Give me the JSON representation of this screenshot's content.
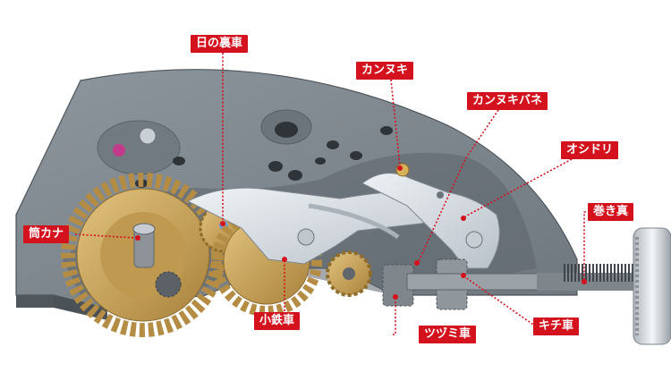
{
  "labels": {
    "hinoura": "日の裏車",
    "kannuki": "カンヌキ",
    "kannuki_bane": "カンヌキバネ",
    "oshidori": "オシドリ",
    "makishin": "巻き真",
    "tsutsukana": "筒カナ",
    "kotetsu": "小鉄車",
    "tsuzumi": "ツヅミ車",
    "kichi": "キチ車"
  },
  "colors": {
    "accent": "#d4121e",
    "plate": "#7f878e",
    "brass": "#c9a45c",
    "steel": "#d7dde3"
  }
}
